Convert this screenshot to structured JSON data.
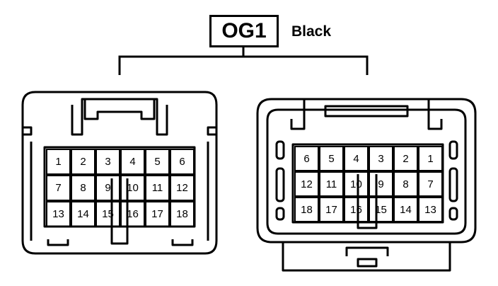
{
  "connector": {
    "code": "OG1",
    "color": "Black"
  },
  "left_connector": {
    "rows": [
      [
        "1",
        "2",
        "3",
        "4",
        "5",
        "6"
      ],
      [
        "7",
        "8",
        "9",
        "10",
        "11",
        "12"
      ],
      [
        "13",
        "14",
        "15",
        "16",
        "17",
        "18"
      ]
    ]
  },
  "right_connector": {
    "rows": [
      [
        "6",
        "5",
        "4",
        "3",
        "2",
        "1"
      ],
      [
        "12",
        "11",
        "10",
        "9",
        "8",
        "7"
      ],
      [
        "18",
        "17",
        "16",
        "15",
        "14",
        "13"
      ]
    ]
  },
  "colors": {
    "line": "#000000",
    "background": "#ffffff"
  }
}
